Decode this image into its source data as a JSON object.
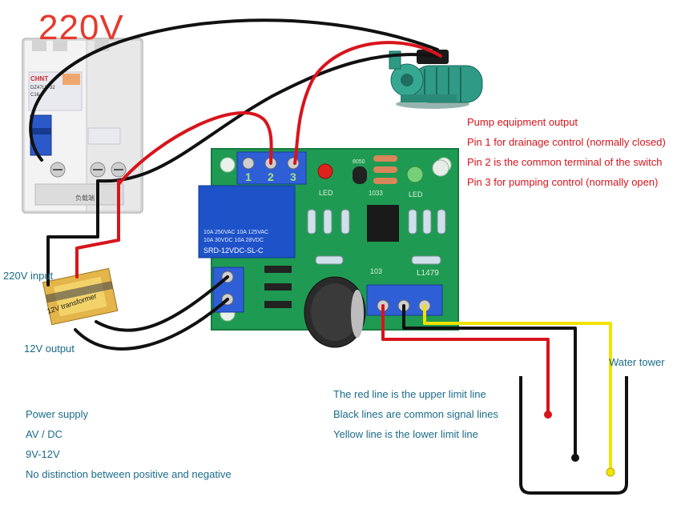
{
  "voltage_title": "220V",
  "breaker": {
    "brand": "CHNT",
    "model": "DZ47LE-32",
    "rating": "C16",
    "label_cn": "负载端"
  },
  "relay": {
    "line1": "10A 250VAC  10A 125VAC",
    "line2": "10A  30VDC  10A  28VDC",
    "model": "SRD-12VDC-SL-C"
  },
  "board": {
    "terminal_numbers": [
      "1",
      "2",
      "3"
    ],
    "led_label_red": "LED",
    "led_label_green": "LED",
    "resistor_code": "103",
    "chip_mark": "8050",
    "part_code": "L1479",
    "resistor_code_2": "1033"
  },
  "transformer": {
    "label": "12V transformer"
  },
  "labels": {
    "input_220v": "220V input",
    "output_12v": "12V output",
    "water_tower": "Water tower"
  },
  "pump_notes": [
    "Pump equipment output",
    "Pin 1 for drainage control (normally closed)",
    "Pin 2 is the common terminal of the switch",
    "Pin 3 for pumping control (normally open)"
  ],
  "line_notes": [
    "The red line is the upper limit line",
    "Black lines are common signal lines",
    "Yellow line is the lower limit line"
  ],
  "power_notes": [
    "Power supply",
    "AV / DC",
    "9V-12V",
    "No distinction between positive and negative"
  ],
  "colors": {
    "title_red": "#e53a2e",
    "note_red": "#d8141c",
    "note_teal": "#1a6b8a",
    "pcb_green": "#1f9a52",
    "wire_red": "#d8141c",
    "wire_black": "#111111",
    "wire_yellow": "#f2e200"
  }
}
